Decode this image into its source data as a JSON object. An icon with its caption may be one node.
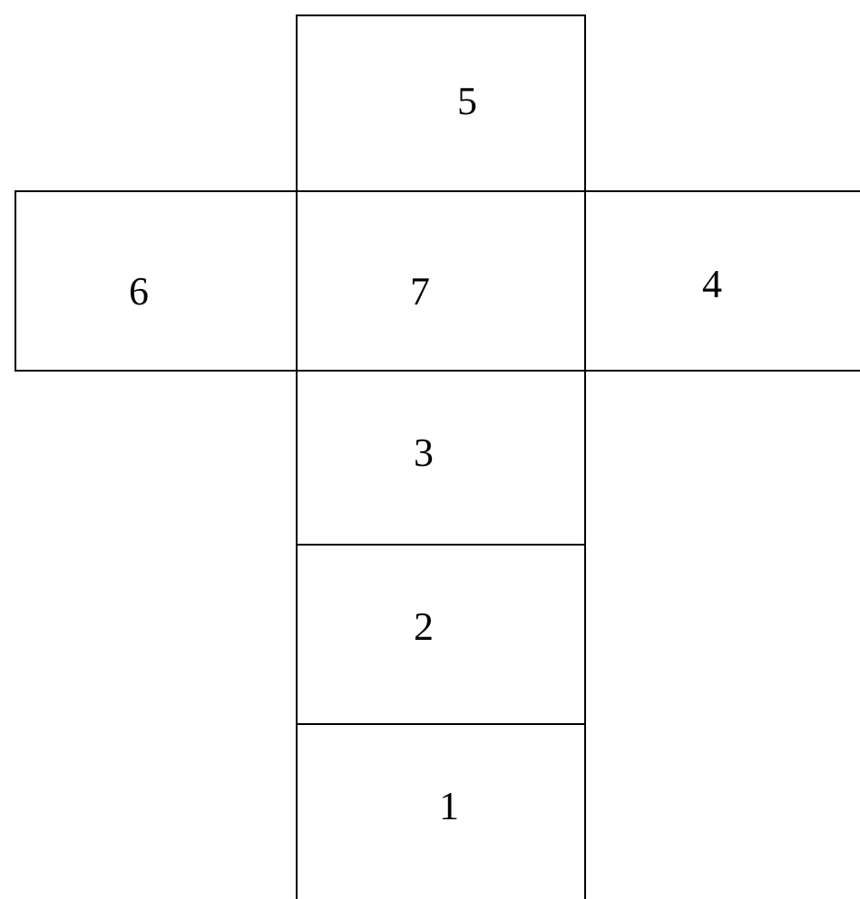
{
  "diagram": {
    "nodes": [
      {
        "text": [
          "5"
        ]
      },
      {
        "text": [
          "6"
        ]
      },
      {
        "text": [
          "7"
        ]
      },
      {
        "text": [
          "4"
        ]
      },
      {
        "text": [
          "3"
        ]
      },
      {
        "text": [
          "2"
        ]
      },
      {
        "text": [
          "1"
        ]
      }
    ]
  }
}
